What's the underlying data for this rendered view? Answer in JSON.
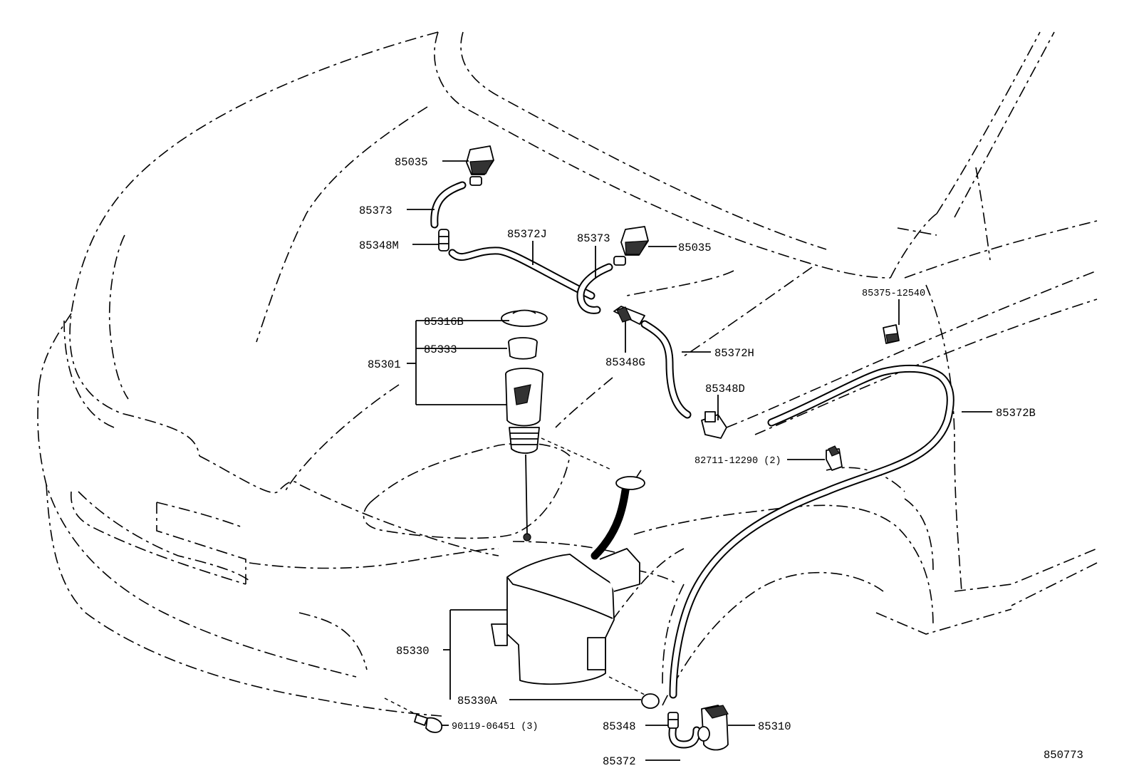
{
  "diagram_id": "850773",
  "parts": {
    "p85035_a": "85035",
    "p85373_a": "85373",
    "p85348M": "85348M",
    "p85372J": "85372J",
    "p85373_b": "85373",
    "p85035_b": "85035",
    "p85316B": "85316B",
    "p85333": "85333",
    "p85301": "85301",
    "p85348G": "85348G",
    "p85372H": "85372H",
    "p85375": "85375-12540",
    "p85348D": "85348D",
    "p85372B": "85372B",
    "p82711": "82711-12290 (2)",
    "p85330": "85330",
    "p85330A": "85330A",
    "p90119": "90119-06451 (3)",
    "p85348": "85348",
    "p85310": "85310",
    "p85372": "85372"
  }
}
